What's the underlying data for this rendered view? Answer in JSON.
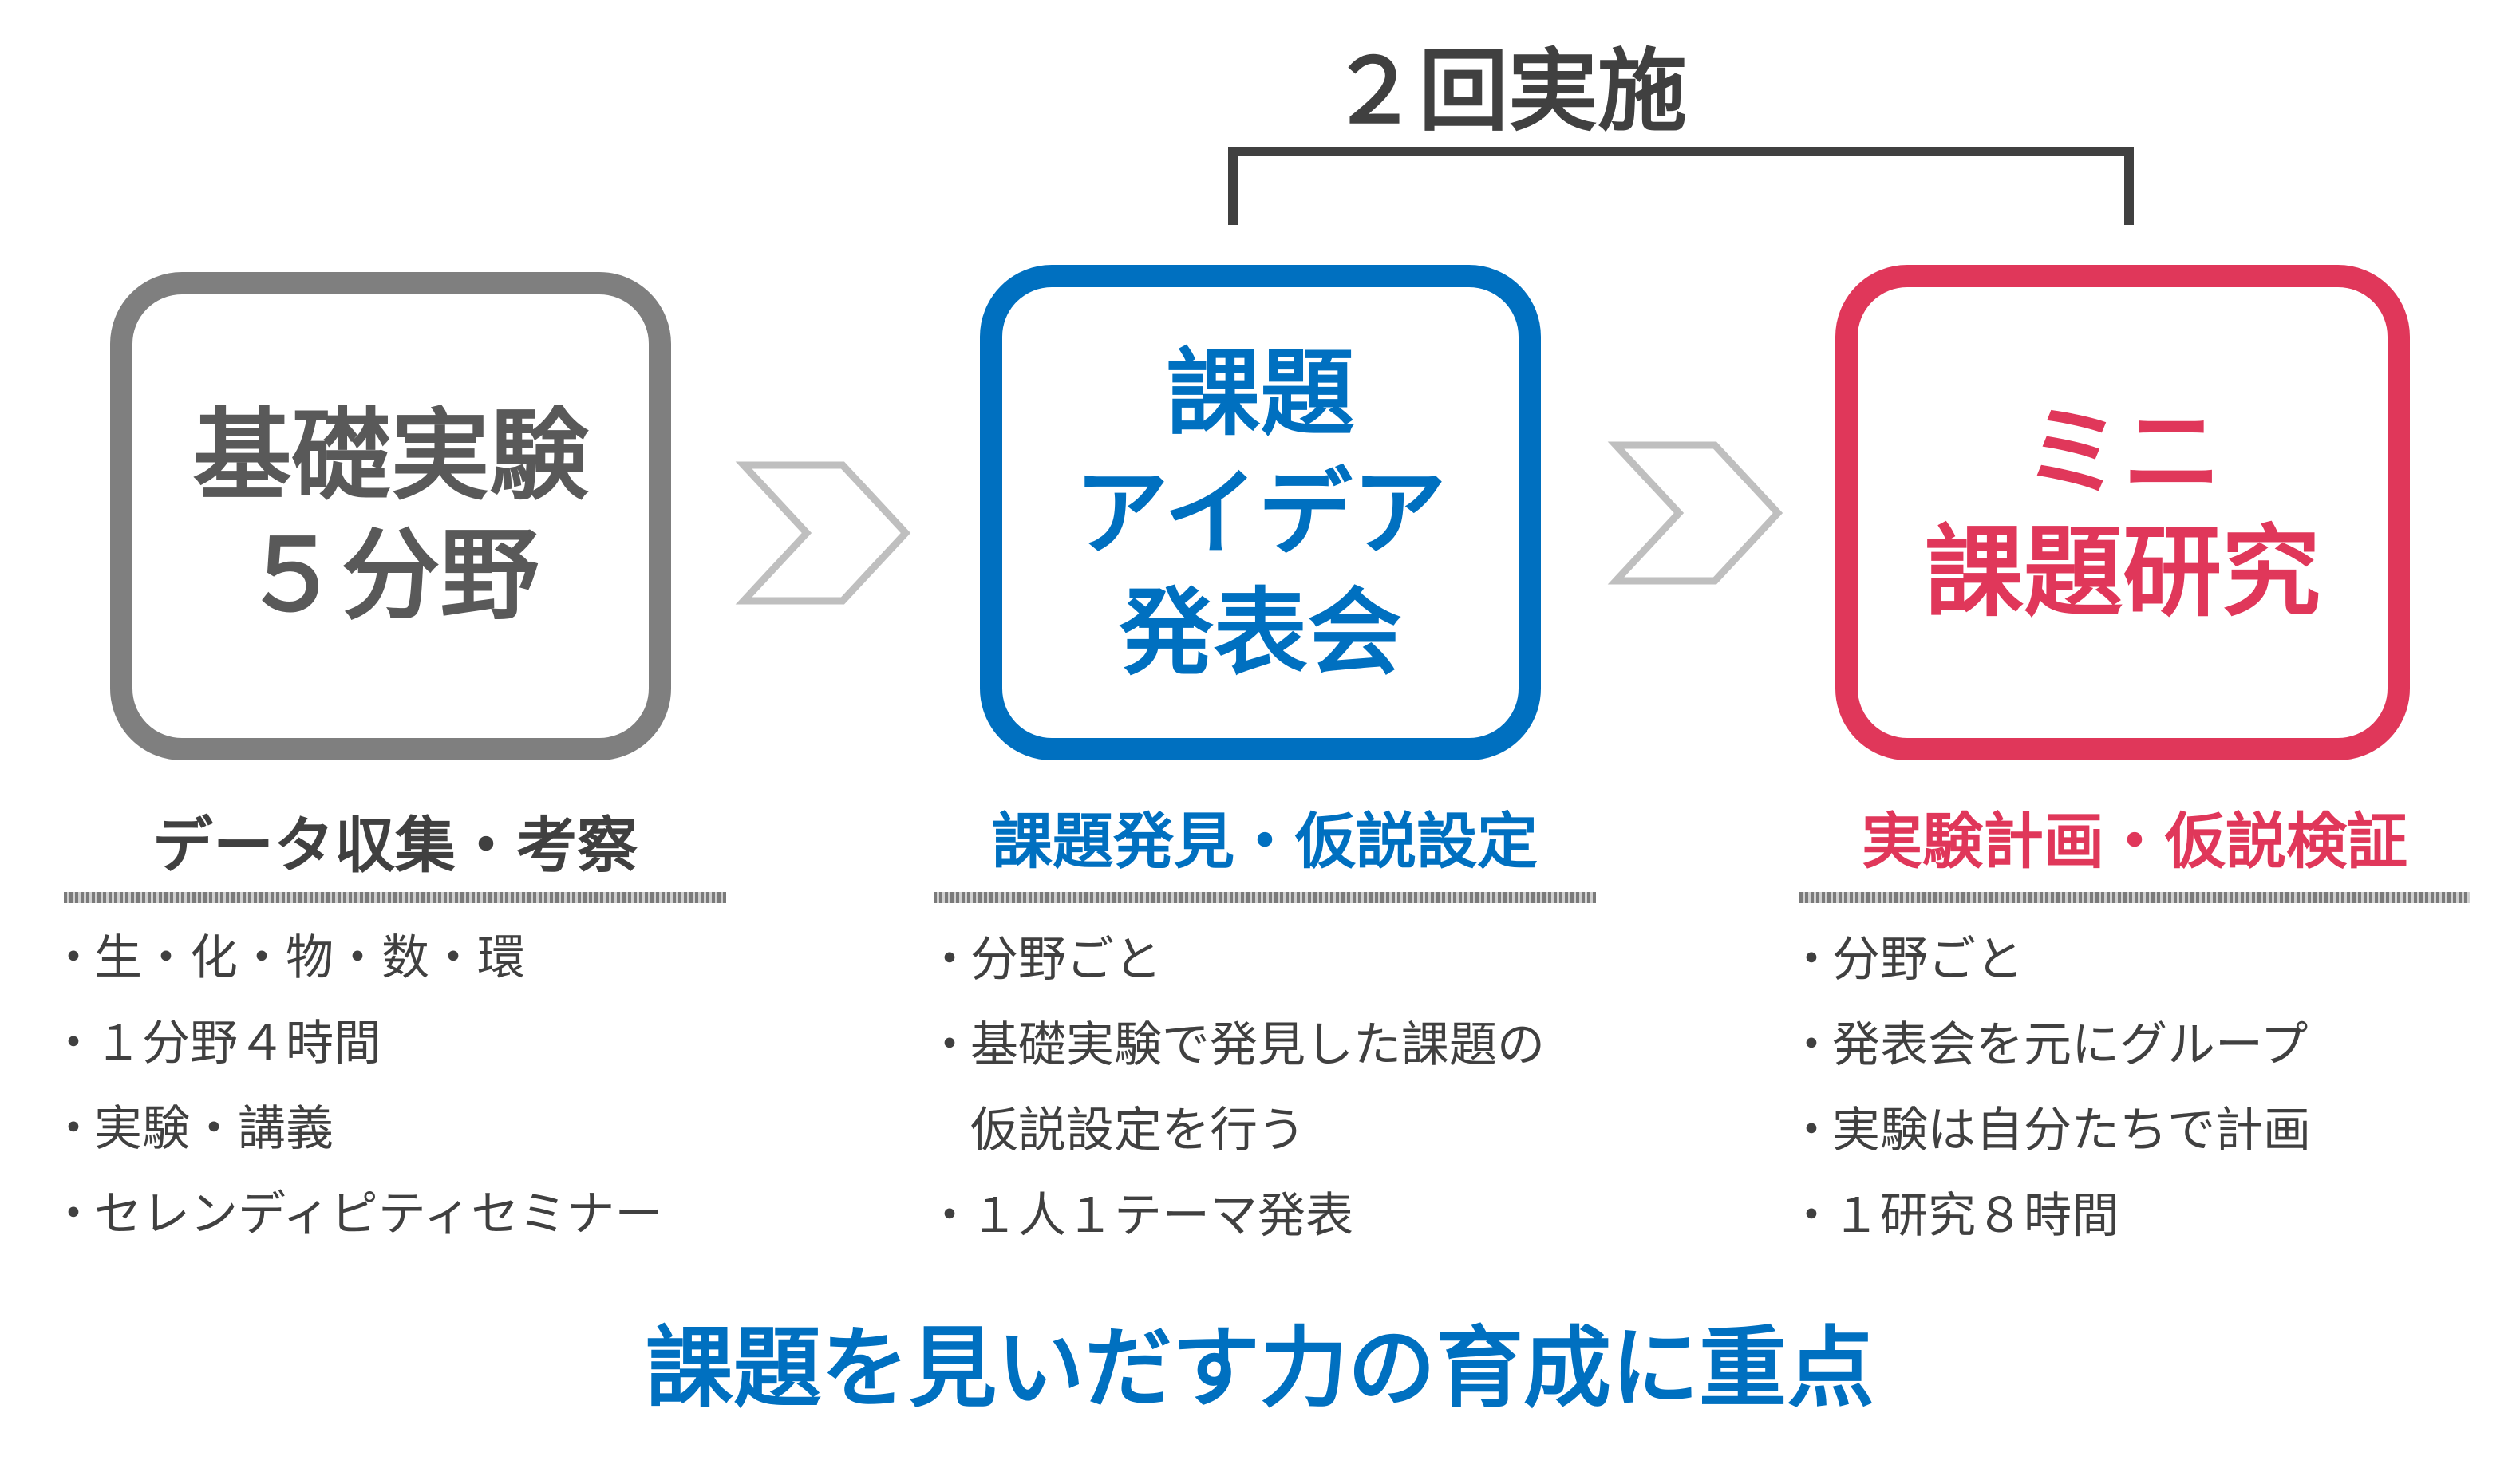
{
  "top_label": "２回実施",
  "boxes": {
    "basic": {
      "lines": [
        "基礎実験",
        "５分野"
      ]
    },
    "idea": {
      "lines": [
        "課題",
        "アイデア",
        "発表会"
      ]
    },
    "mini": {
      "lines": [
        "ミニ",
        "課題研究"
      ]
    }
  },
  "columns": {
    "basic": {
      "heading": "データ収集・考察",
      "items": [
        "生・化・物・数・環",
        "１分野４時間",
        "実験・講義",
        "セレンディピティセミナー"
      ]
    },
    "idea": {
      "heading": "課題発見・仮説設定",
      "items": [
        "分野ごと",
        "基礎実験で発見した課題の",
        "仮説設定を行う",
        "１人１テーマ発表"
      ]
    },
    "mini": {
      "heading": "実験計画・仮説検証",
      "items": [
        "分野ごと",
        "発表会を元にグループ",
        "実験は自分たちで計画",
        "１研究８時間"
      ]
    }
  },
  "bullet": "・",
  "footer": "課題を見いだす力の育成に重点",
  "colors": {
    "gray": "#7f7f7f",
    "blue": "#0070c0",
    "red": "#e0375a",
    "text": "#404040",
    "chevron": "#bfbfbf",
    "bracket": "#404040"
  },
  "icons": [
    "chevron-right-icon",
    "chevron-right-icon"
  ]
}
